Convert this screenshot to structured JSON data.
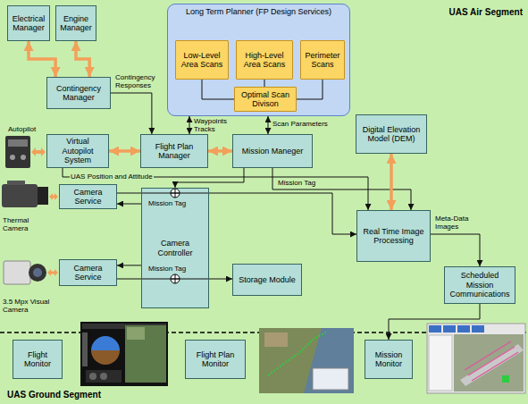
{
  "diagram": {
    "nodes": [
      {
        "text": [
          "UAS Air Segment"
        ]
      },
      {
        "text": [
          "Long Term Planner (FP Design Services)"
        ],
        "in": 0
      },
      {
        "text": [
          "Low-Level Area Scans"
        ],
        "in": 1
      },
      {
        "text": [
          "High-Level Area Scans"
        ],
        "in": 1
      },
      {
        "text": [
          "Perimeter Scans"
        ],
        "in": 1
      },
      {
        "text": [
          "Optimal Scan Divison"
        ],
        "in": 1
      },
      {
        "text": [
          "Electrical Manager"
        ],
        "in": 0
      },
      {
        "text": [
          "Engine Manager"
        ],
        "in": 0
      },
      {
        "text": [
          "Contingency Manager"
        ],
        "in": 0
      },
      {
        "text": [
          "Virtual Autopilot System"
        ],
        "in": 0
      },
      {
        "text": [
          "Flight Plan Manager"
        ],
        "in": 0
      },
      {
        "text": [
          "Mission Maneger"
        ],
        "in": 0
      },
      {
        "text": [
          "Digital Elevation Model (DEM)"
        ],
        "in": 0
      },
      {
        "text": [
          "Camera Service"
        ],
        "in": 0
      },
      {
        "text": [
          "Camera Controller"
        ],
        "in": 0
      },
      {
        "text": [
          "Real Time Image Processing"
        ],
        "in": 0
      },
      {
        "text": [
          "Camera Service"
        ],
        "in": 0
      },
      {
        "text": [
          "Storage Module"
        ],
        "in": 0
      },
      {
        "text": [
          "Scheduled Mission Communications"
        ],
        "in": 0
      },
      {
        "text": [
          "UAS Ground Segment"
        ]
      },
      {
        "text": [
          "Flight Monitor"
        ],
        "in": 19
      },
      {
        "text": [
          "Flight Plan Monitor"
        ],
        "in": 19
      },
      {
        "text": [
          "Mission Monitor"
        ],
        "in": 19
      }
    ],
    "edges": [
      {
        "from": 2,
        "to": 5,
        "arrow": "none"
      },
      {
        "from": 3,
        "to": 5,
        "arrow": "none"
      },
      {
        "from": 4,
        "to": 5,
        "arrow": "none"
      },
      {
        "from": 6,
        "to": 8,
        "arrow": "both"
      },
      {
        "from": 7,
        "to": 8,
        "arrow": "both"
      },
      {
        "from": 8,
        "to": 10,
        "arrow": "to",
        "label": "Contingency Responses"
      },
      {
        "from": 9,
        "to": 10,
        "arrow": "both"
      },
      {
        "from": 10,
        "to": 11,
        "arrow": "both"
      },
      {
        "from": 1,
        "to": 10,
        "arrow": "both",
        "label": "Waypoints Tracks"
      },
      {
        "from": 1,
        "to": 11,
        "arrow": "both",
        "label": "Scan Parameters"
      },
      {
        "from": 9,
        "to": 15,
        "arrow": "to",
        "label": "UAS Position and Attitude"
      },
      {
        "from": 11,
        "to": 14,
        "arrow": "to"
      },
      {
        "from": 11,
        "to": 15,
        "arrow": "to",
        "label": "Mission Tag"
      },
      {
        "from": 12,
        "to": 15,
        "arrow": "both"
      },
      {
        "from": 13,
        "to": 15,
        "arrow": "to"
      },
      {
        "from": 14,
        "to": 13,
        "arrow": "to"
      },
      {
        "from": 14,
        "to": 16,
        "arrow": "to"
      },
      {
        "from": 16,
        "to": 17,
        "arrow": "to"
      },
      {
        "from": 15,
        "to": 18,
        "arrow": "to",
        "label": "Meta-Data Images"
      },
      {
        "from": 18,
        "to": 22,
        "arrow": "to"
      }
    ],
    "labels": [
      "Autopilot",
      "Thermal Camera",
      "3.5 Mpx Visual Camera",
      "Mission Tag",
      "Mission Tag"
    ]
  }
}
